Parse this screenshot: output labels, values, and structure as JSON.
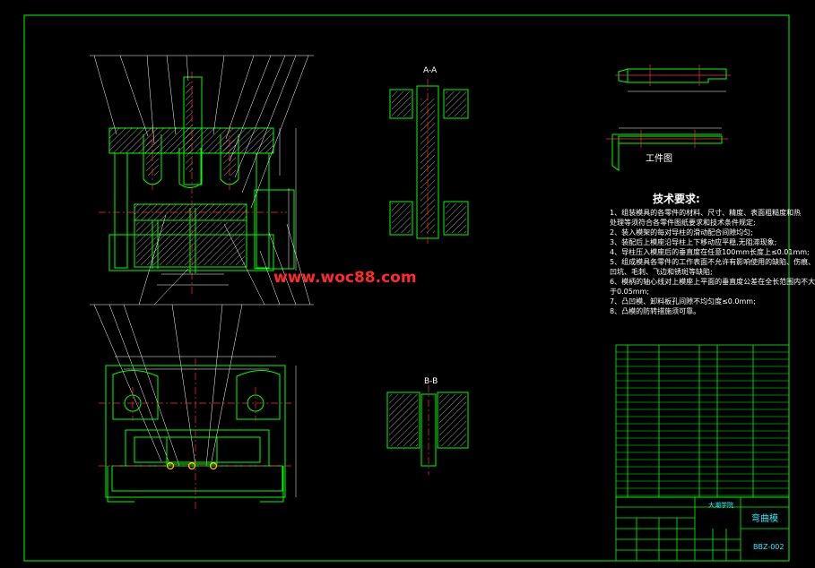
{
  "drawing": {
    "section_aa_label": "A-A",
    "section_bb_label": "B-B",
    "workpiece_label": "工件图",
    "tech_req_title": "技术要求:",
    "tech_requirements": [
      "1、组装模具的各零件的材料、尺寸、精度、表面粗糙度和热",
      "   处理等须符合各零件图纸要求和技术条件规定;",
      "2、装入模架的每对导柱的滑动配合间隙均匀;",
      "3、装配后上模座沿导柱上下移动应平稳,无阻滞现象;",
      "4、导柱压入模座后的垂直度在任意100mm长度上≤0.01mm;",
      "5、组成模具各零件的工作表面不允许有影响使用的缺陷、伤痕、",
      "   凹坑、毛刺、飞边和锈斑等缺陷;",
      "6、模柄的轴心线对上模座上平面的垂直度公差在全长范围内不大",
      "   于0.05mm;",
      "7、凸凹模、卸料板孔间隙不均匀度≤0.0mm;",
      "8、凸模的防转措施须可靠。"
    ],
    "watermark": "www.woc88.com",
    "title_block": {
      "name": "弯曲模",
      "code": "BBZ-002",
      "org": "大潮学院"
    }
  },
  "colors": {
    "line": "#00ff00",
    "center": "#ff3030",
    "dim": "#ffffff",
    "hatch": "#ffffff",
    "watermark": "#ff2a2a",
    "background": "#000000"
  }
}
